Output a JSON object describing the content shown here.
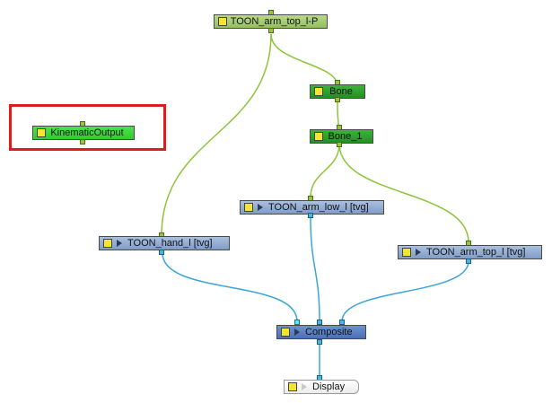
{
  "nodes": {
    "top_peg": "TOON_arm_top_l-P",
    "bone": "Bone",
    "bone_1": "Bone_1",
    "kinematic_output": "KinematicOutput",
    "arm_low": "TOON_arm_low_l  [tvg]",
    "hand": "TOON_hand_l  [tvg]",
    "arm_top": "TOON_arm_top_l  [tvg]",
    "composite": "Composite",
    "display": "Display"
  },
  "colors": {
    "peg_wire": "#8cc43a",
    "image_wire": "#3aa6d8",
    "highlight": "#e01b1b",
    "swatch": "#f2e630"
  },
  "icons": [
    "color-swatch-icon",
    "play-triangle-icon"
  ]
}
